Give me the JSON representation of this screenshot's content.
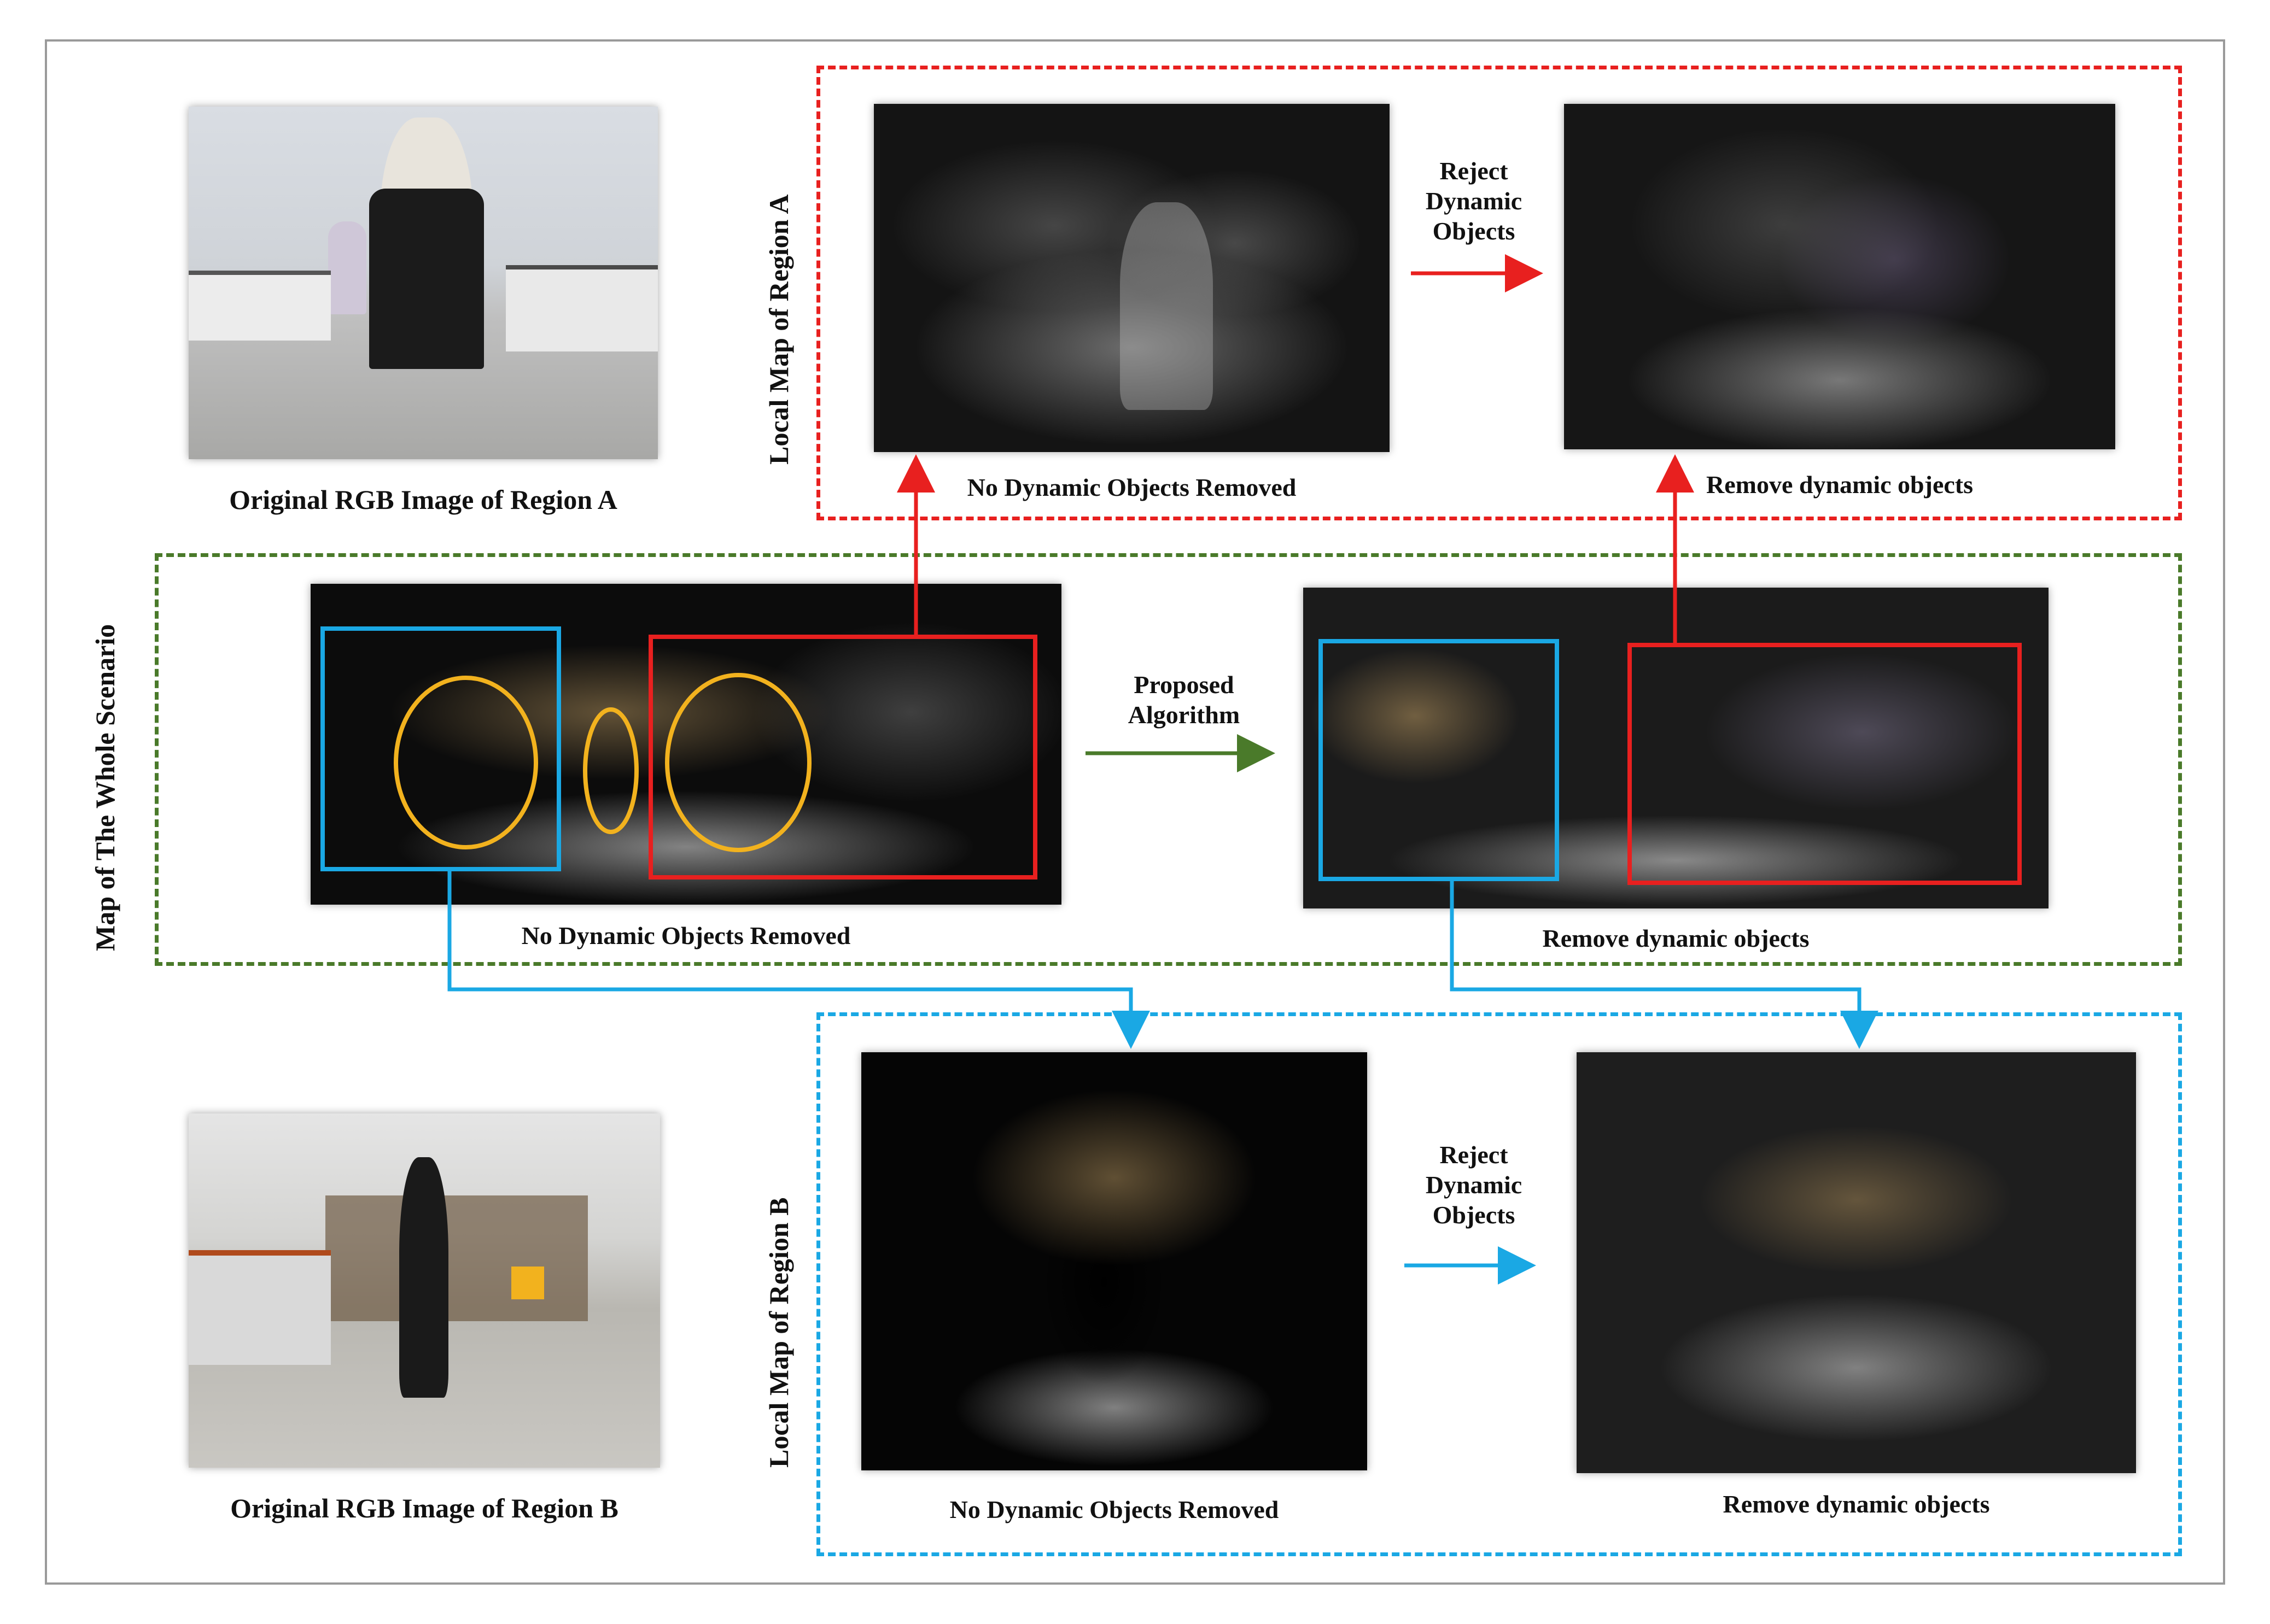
{
  "region_a": {
    "rgb_caption": "Original RGB Image of Region A",
    "local_map_label": "Local Map of Region A",
    "left_caption": "No Dynamic Objects Removed",
    "right_caption": "Remove dynamic objects",
    "arrow_label": [
      "Reject",
      "Dynamic",
      "Objects"
    ]
  },
  "whole": {
    "label": "Map of  The Whole Scenario",
    "left_caption": "No Dynamic Objects Removed",
    "right_caption": "Remove dynamic objects",
    "arrow_label": [
      "Proposed",
      "Algorithm"
    ]
  },
  "region_b": {
    "rgb_caption": "Original RGB Image of Region B",
    "local_map_label": "Local Map of Region B",
    "left_caption": "No Dynamic Objects Removed",
    "right_caption": "Remove dynamic objects",
    "arrow_label": [
      "Reject",
      "Dynamic",
      "Objects"
    ]
  },
  "colors": {
    "region_a": "#e8201f",
    "whole": "#4a7a2a",
    "region_b": "#1aa8e4",
    "highlight": "#f2b21e"
  }
}
